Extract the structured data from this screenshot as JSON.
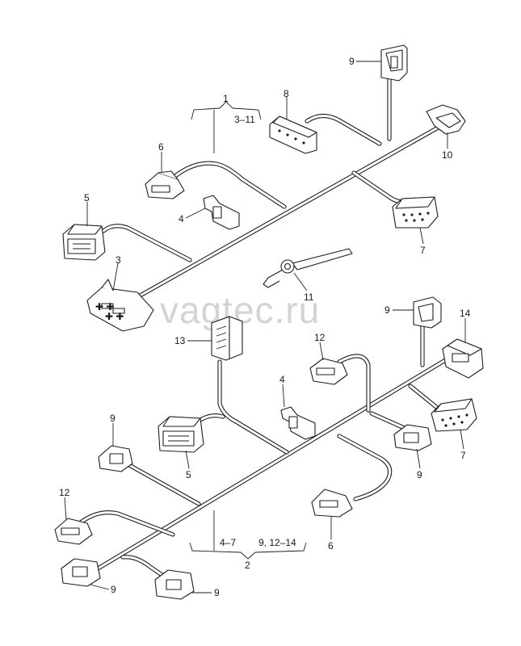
{
  "watermark": "vagtec.ru",
  "labels": {
    "l1": "1",
    "l1_range": "3–11",
    "l2": "2",
    "l2_range_a": "4–7",
    "l2_range_b": "9,  12–14",
    "l3": "3",
    "l4a": "4",
    "l4b": "4",
    "l5a": "5",
    "l5b": "5",
    "l6a": "6",
    "l6b": "6",
    "l7a": "7",
    "l7b": "7",
    "l8": "8",
    "l9a": "9",
    "l9b": "9",
    "l9c": "9",
    "l9d": "9",
    "l9e": "9",
    "l9f": "9",
    "l10": "10",
    "l11": "11",
    "l12a": "12",
    "l12b": "12",
    "l13": "13",
    "l14": "14"
  }
}
